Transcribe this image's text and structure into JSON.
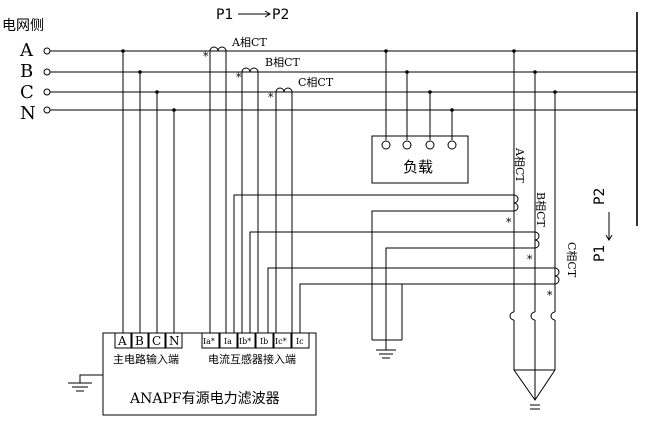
{
  "grid": {
    "side_label": "电网侧",
    "phases": [
      "A",
      "B",
      "C",
      "N"
    ]
  },
  "direction_top": {
    "p1": "P1",
    "p2": "P2"
  },
  "direction_right": {
    "p1": "P1",
    "p2": "P2"
  },
  "ct_top": {
    "a": "A相CT",
    "b": "B相CT",
    "c": "C相CT"
  },
  "ct_right": {
    "a": "A相CT",
    "b": "B相CT",
    "c": "C相CT"
  },
  "polarity_mark": "*",
  "load": {
    "label": "负载"
  },
  "device": {
    "name": "ANAPF有源电力滤波器",
    "main_terminals": [
      "A",
      "B",
      "C",
      "N"
    ],
    "main_terminals_label": "主电路输入端",
    "ct_terminals": [
      "Ia*",
      "Ia",
      "Ib*",
      "Ib",
      "Ic*",
      "Ic"
    ],
    "ct_terminals_label": "电流互感器接入端"
  }
}
